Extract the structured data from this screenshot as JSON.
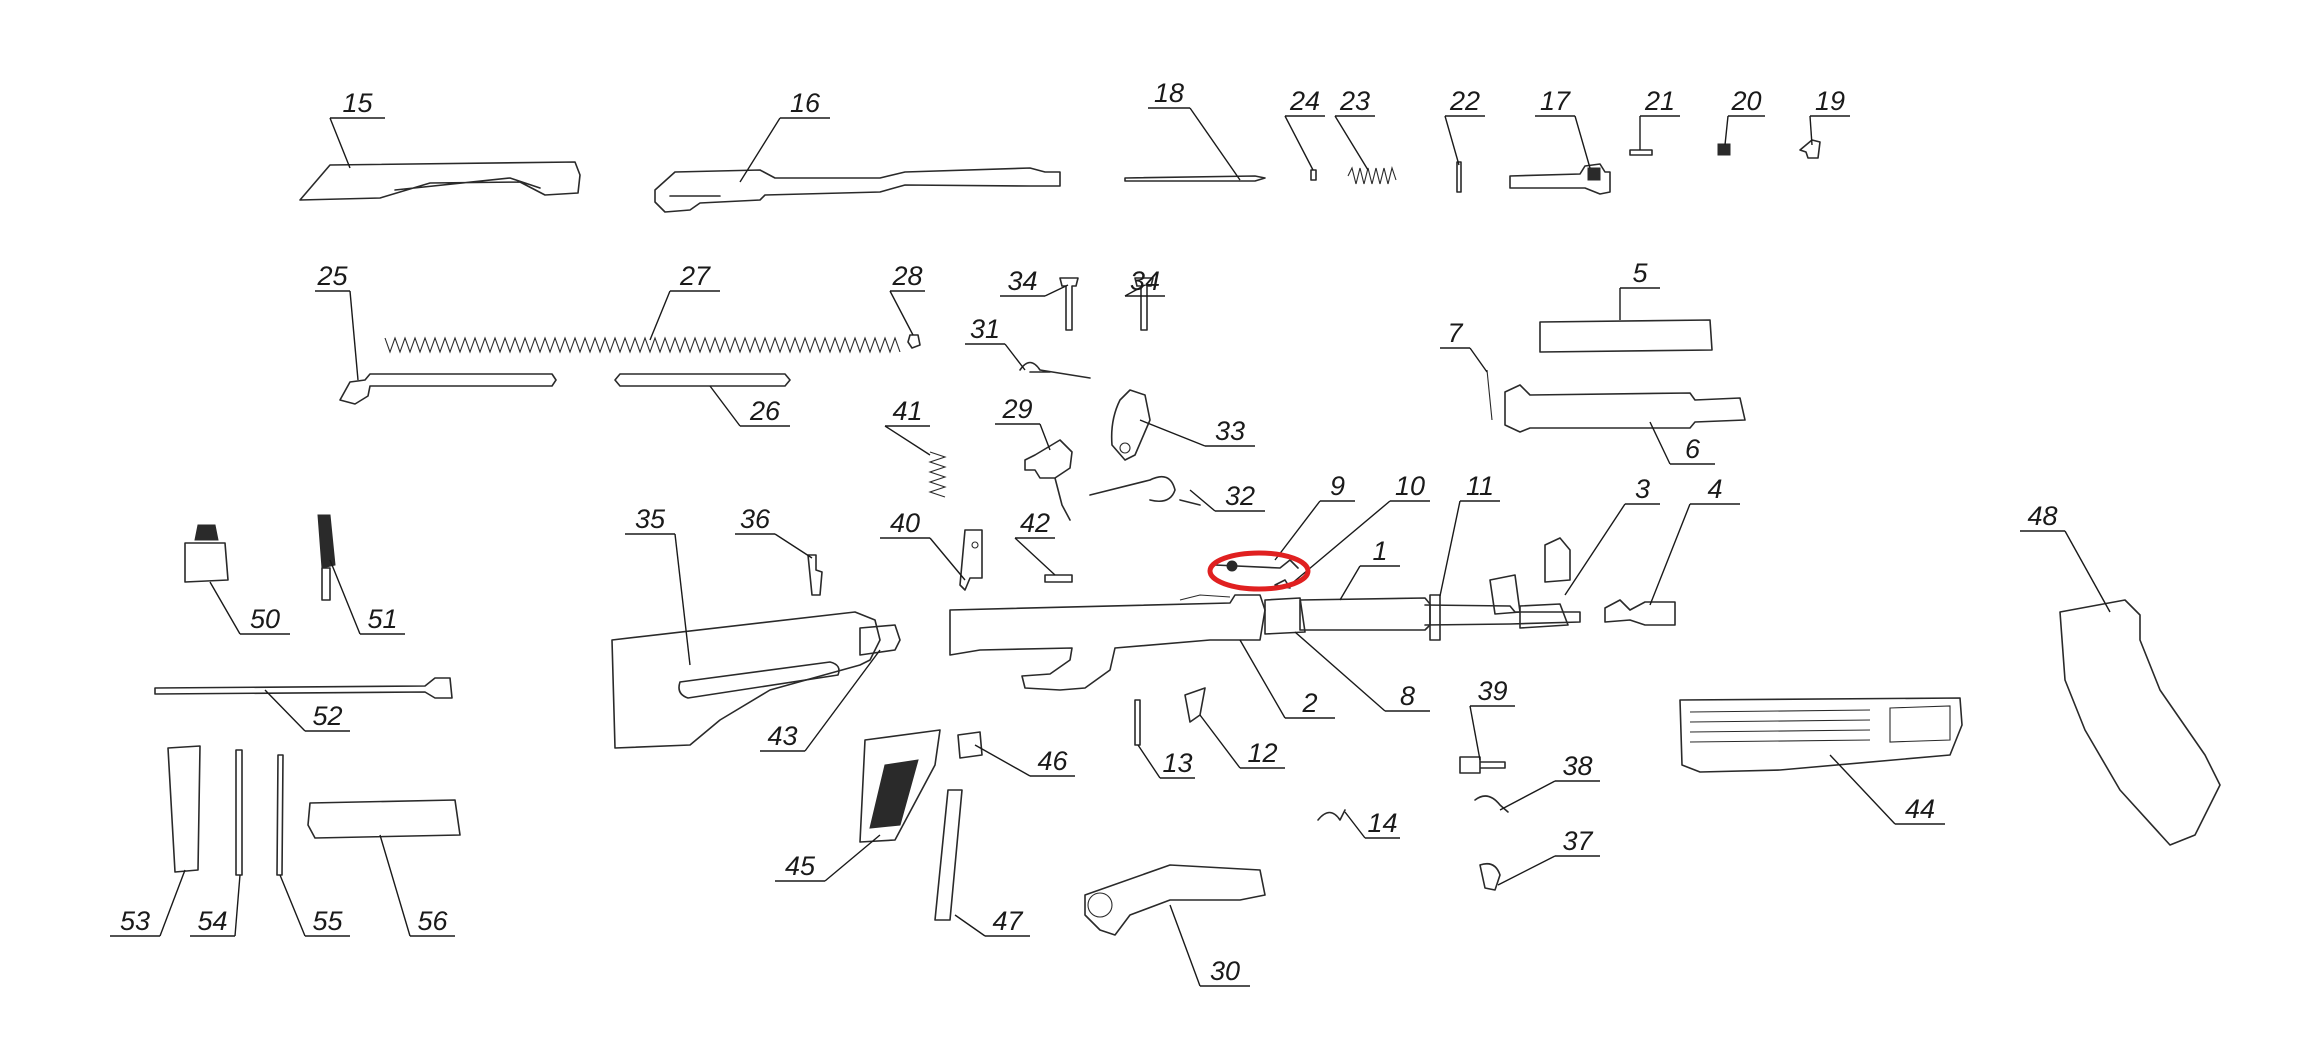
{
  "diagram": {
    "callouts": [
      "1",
      "2",
      "3",
      "4",
      "5",
      "6",
      "7",
      "8",
      "9",
      "10",
      "11",
      "12",
      "13",
      "14",
      "15",
      "16",
      "17",
      "18",
      "19",
      "20",
      "21",
      "22",
      "23",
      "24",
      "25",
      "26",
      "27",
      "28",
      "29",
      "30",
      "31",
      "32",
      "33",
      "34",
      "34",
      "35",
      "36",
      "37",
      "38",
      "39",
      "40",
      "41",
      "42",
      "43",
      "44",
      "45",
      "46",
      "47",
      "48",
      "50",
      "51",
      "52",
      "53",
      "54",
      "55",
      "56"
    ],
    "highlight": {
      "target_callout": "9",
      "color": "#e02020"
    }
  }
}
